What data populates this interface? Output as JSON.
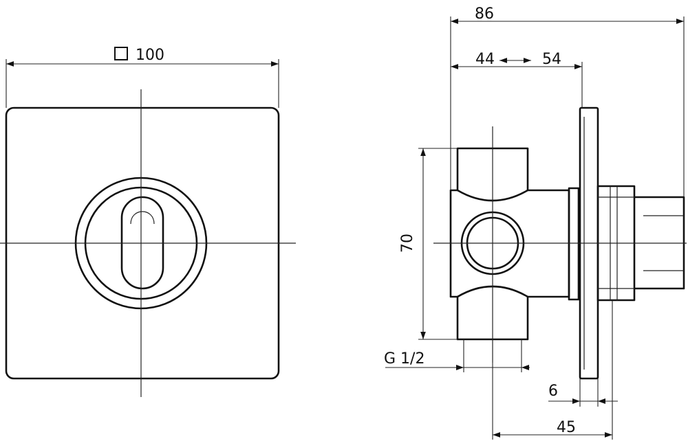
{
  "front_view": {
    "width_label": "100"
  },
  "side_view": {
    "overall_depth_label": "86",
    "adjust_min_label": "44",
    "adjust_max_label": "54",
    "height_label": "70",
    "thread_label": "G 1/2",
    "plate_thickness_label": "6",
    "outlet_depth_label": "45"
  }
}
